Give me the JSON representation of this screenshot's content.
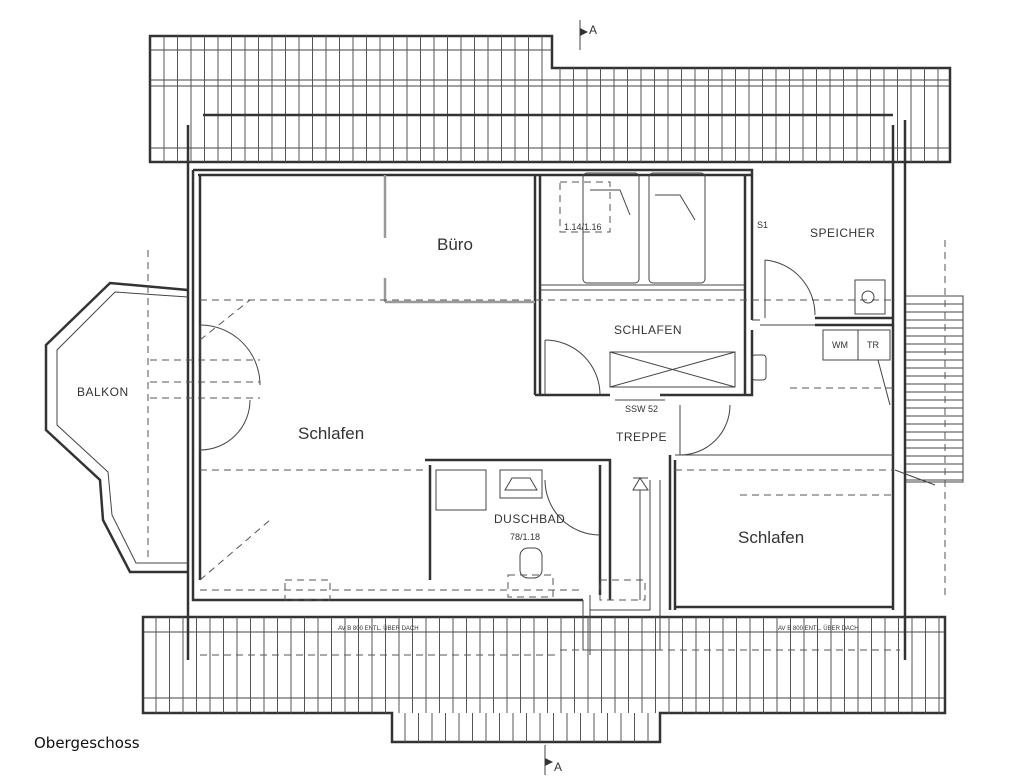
{
  "caption": "Obergeschoss",
  "section_marker": "A",
  "rooms": {
    "buero": "Büro",
    "schlafen_main": "Schlafen",
    "schlafen_right": "Schlafen",
    "schlafen_small": "SCHLAFEN",
    "speicher": "SPEICHER",
    "balkon": "BALKON",
    "treppe": "TREPPE",
    "duschbad": "DUSCHBAD",
    "duschbad_size": "78/1.18"
  },
  "annotations": {
    "window_size": "1.14/1.16",
    "ssw": "SSW 52",
    "s1": "S1",
    "wm": "WM",
    "tr": "TR",
    "roof_note_left": "AV B 800 ENTL. ÜBER DACH",
    "roof_note_right": "AV B 800 ENTL. ÜBER DACH"
  }
}
